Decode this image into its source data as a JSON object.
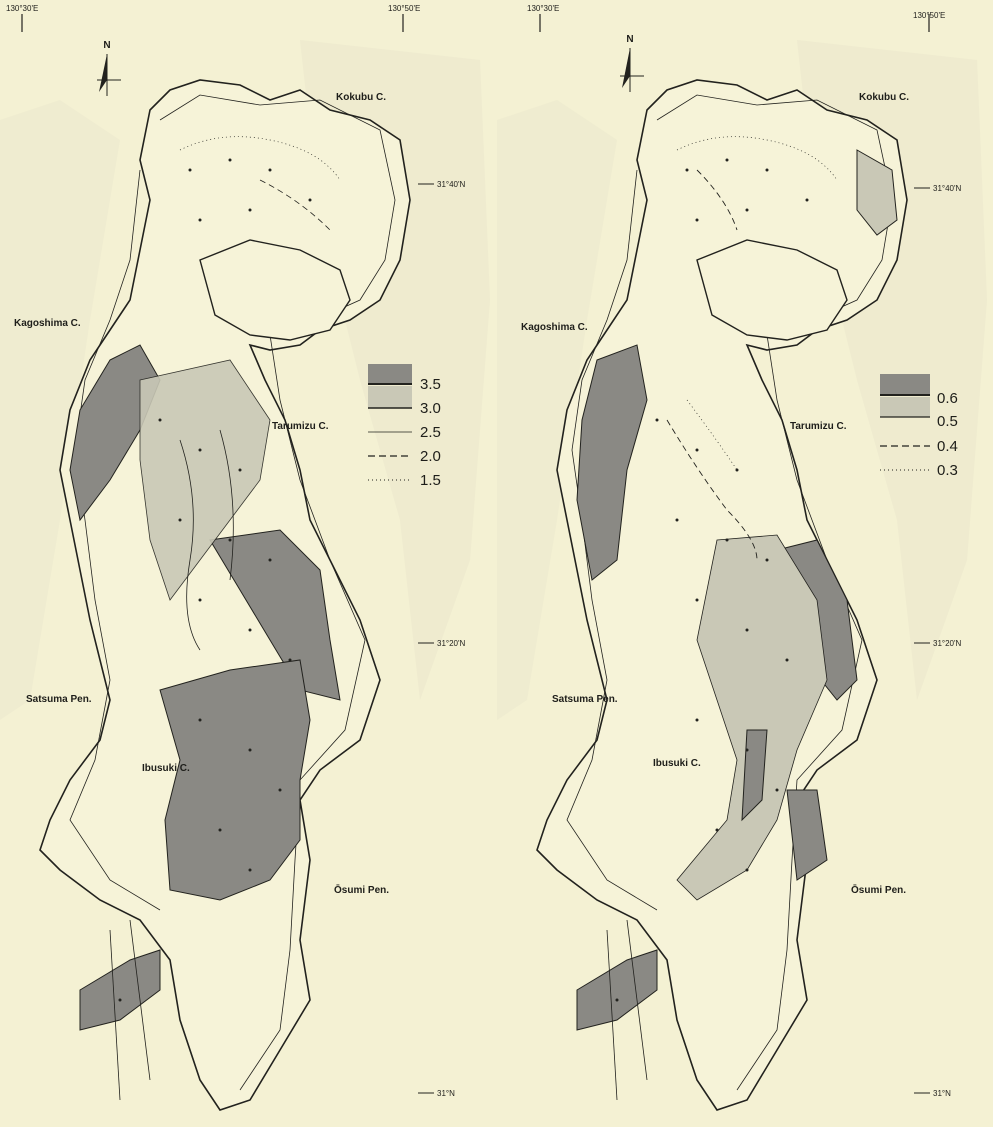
{
  "colors": {
    "background": "#f4f1d3",
    "land_ghost": "#e9e6cb",
    "zone_dark": "#8a8984",
    "zone_light": "#c9c8b6",
    "ink": "#1e1e1a"
  },
  "panels": [
    {
      "id": "left",
      "north_label": "N",
      "lon_labels": [
        "130°30'E",
        "130°50'E"
      ],
      "lat_labels": [
        "31°40'N",
        "31°20'N",
        "31°N"
      ],
      "places": {
        "kokubu": "Kokubu C.",
        "kagoshima": "Kagoshima C.",
        "tarumizu": "Tarumizu C.",
        "satsuma": "Satsuma Pen.",
        "ibusuki": "Ibusuki C.",
        "osumi": "Ōsumi Pen."
      },
      "legend": {
        "entries": [
          {
            "value": "3.5",
            "style": "solid-dark-fill"
          },
          {
            "value": "3.0",
            "style": "solid-light-fill"
          },
          {
            "value": "2.5",
            "style": "thin-solid"
          },
          {
            "value": "2.0",
            "style": "dashed"
          },
          {
            "value": "1.5",
            "style": "dotted"
          }
        ]
      }
    },
    {
      "id": "right",
      "north_label": "N",
      "lon_labels": [
        "130°30'E",
        "130°50'E"
      ],
      "lat_labels": [
        "31°40'N",
        "31°20'N",
        "31°N"
      ],
      "places": {
        "kokubu": "Kokubu C.",
        "kagoshima": "Kagoshima C.",
        "tarumizu": "Tarumizu C.",
        "satsuma": "Satsuma Pen.",
        "ibusuki": "Ibusuki C.",
        "osumi": "Ōsumi Pen."
      },
      "legend": {
        "entries": [
          {
            "value": "0.6",
            "style": "solid-dark-fill"
          },
          {
            "value": "0.5",
            "style": "solid-light-fill"
          },
          {
            "value": "0.4",
            "style": "dashed"
          },
          {
            "value": "0.3",
            "style": "dotted"
          }
        ]
      }
    }
  ]
}
